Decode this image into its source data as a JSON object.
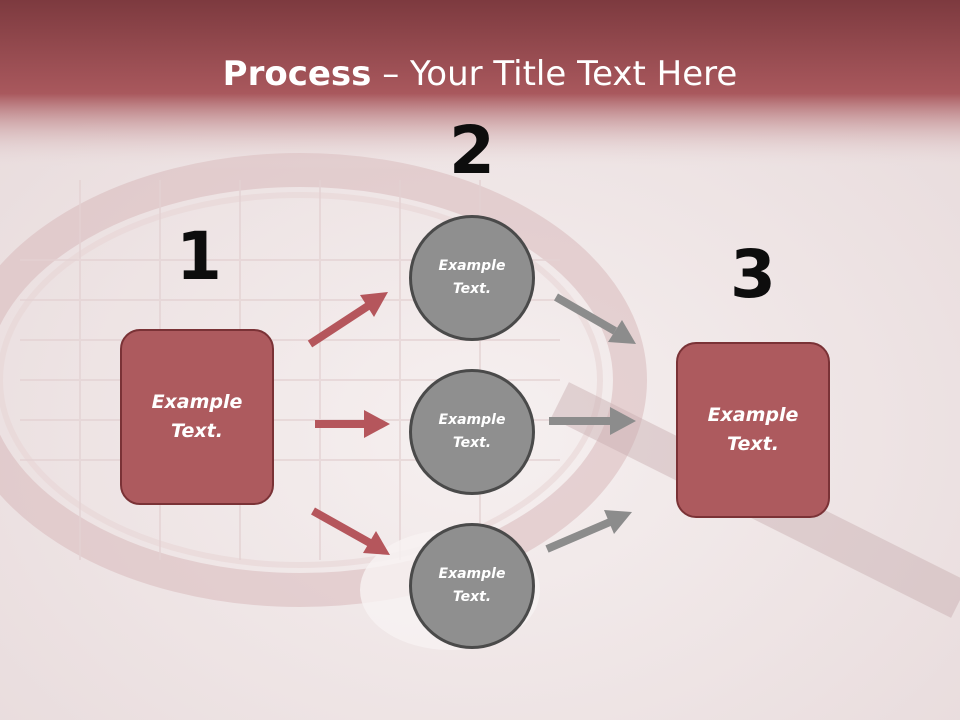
{
  "title": {
    "bold": "Process",
    "dash": " – ",
    "rest": "Your Title Text Here"
  },
  "steps": [
    {
      "number": "1",
      "text": "Example\nText."
    },
    {
      "number": "2",
      "items": [
        "Example\nText.",
        "Example\nText.",
        "Example\nText."
      ]
    },
    {
      "number": "3",
      "text": "Example\nText."
    }
  ],
  "colors": {
    "accent": "#ad5a5e",
    "accent_dark": "#7a3236",
    "circle": "#8f8f8f",
    "header": "#a04a50"
  }
}
